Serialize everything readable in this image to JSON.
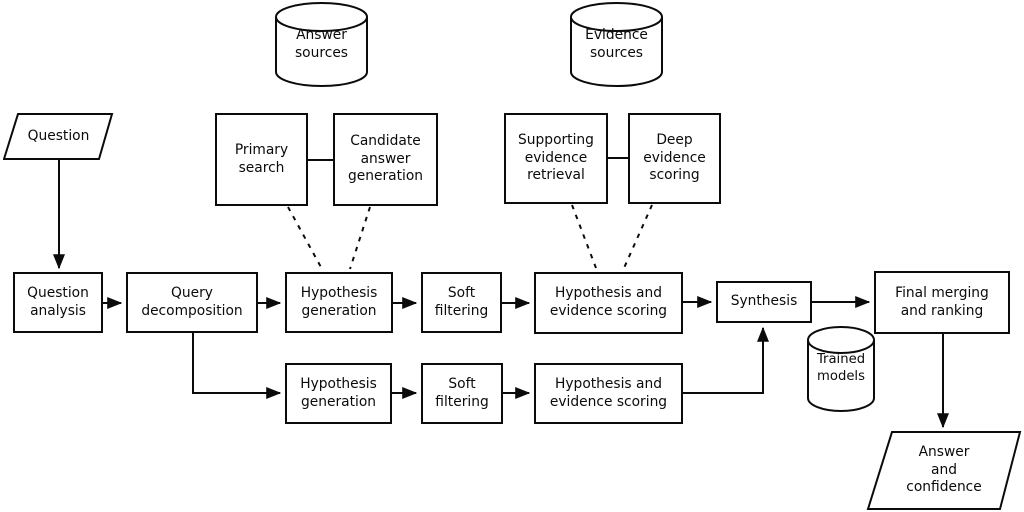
{
  "diagram": {
    "colors": {
      "stroke": "#0b0b0b",
      "node_fill": "#ffffff",
      "background": "#ffffff"
    },
    "nodes": {
      "question": {
        "label": "Question",
        "shape": "parallelogram"
      },
      "answer_sources": {
        "label": "Answer\nsources",
        "shape": "cylinder"
      },
      "evidence_sources": {
        "label": "Evidence\nsources",
        "shape": "cylinder"
      },
      "primary_search": {
        "label": "Primary\nsearch",
        "shape": "rect"
      },
      "candidate_answer_generation": {
        "label": "Candidate\nanswer\ngeneration",
        "shape": "rect"
      },
      "supporting_evidence_retrieval": {
        "label": "Supporting\nevidence\nretrieval",
        "shape": "rect"
      },
      "deep_evidence_scoring": {
        "label": "Deep\nevidence\nscoring",
        "shape": "rect"
      },
      "question_analysis": {
        "label": "Question\nanalysis",
        "shape": "rect"
      },
      "query_decomposition": {
        "label": "Query\ndecomposition",
        "shape": "rect"
      },
      "hypothesis_generation_1": {
        "label": "Hypothesis\ngeneration",
        "shape": "rect"
      },
      "soft_filtering_1": {
        "label": "Soft\nfiltering",
        "shape": "rect"
      },
      "hypothesis_evidence_scoring_1": {
        "label": "Hypothesis and\nevidence scoring",
        "shape": "rect"
      },
      "synthesis": {
        "label": "Synthesis",
        "shape": "rect"
      },
      "final_merging_ranking": {
        "label": "Final merging\nand ranking",
        "shape": "rect"
      },
      "hypothesis_generation_2": {
        "label": "Hypothesis\ngeneration",
        "shape": "rect"
      },
      "soft_filtering_2": {
        "label": "Soft\nfiltering",
        "shape": "rect"
      },
      "hypothesis_evidence_scoring_2": {
        "label": "Hypothesis and\nevidence scoring",
        "shape": "rect"
      },
      "trained_models": {
        "label": "Trained\nmodels",
        "shape": "cylinder"
      },
      "answer_confidence": {
        "label": "Answer\nand\nconfidence",
        "shape": "parallelogram"
      }
    }
  }
}
